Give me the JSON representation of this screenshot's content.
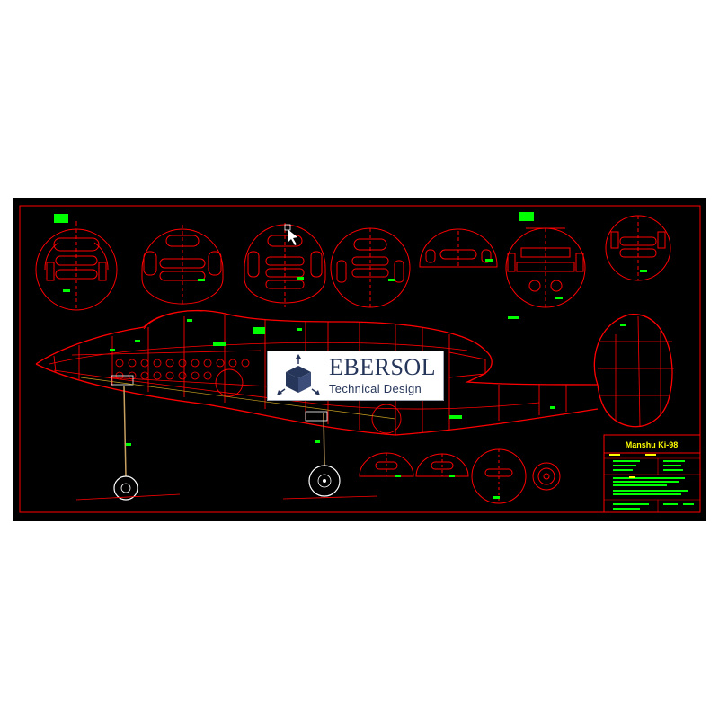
{
  "drawing": {
    "title": "Manshu Ki-98",
    "title_color": "#ffff00",
    "background": "#000000",
    "line_color": "#ff0000",
    "label_color": "#00ff00",
    "dimension_color": "#ffffff"
  },
  "watermark": {
    "brand": "EBERSOL",
    "tagline": "Technical Design",
    "brand_color": "#26365a",
    "icon": "cube-with-arrows-icon"
  }
}
